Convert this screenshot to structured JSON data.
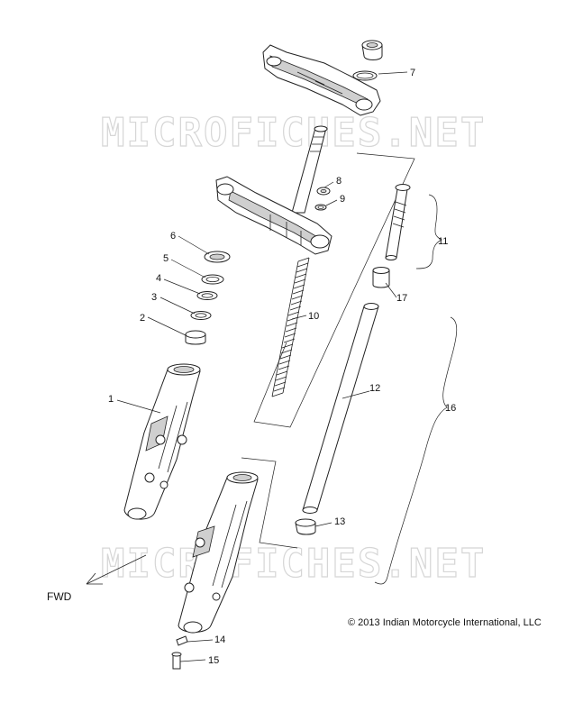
{
  "watermark": {
    "text": "MICROFICHES.NET"
  },
  "direction": {
    "label": "FWD"
  },
  "copyright": {
    "text": "© 2013 Indian Motorcycle International, LLC"
  },
  "callouts": {
    "c1": "1",
    "c2": "2",
    "c3": "3",
    "c4": "4",
    "c5": "5",
    "c6": "6",
    "c7": "7",
    "c8": "8",
    "c9": "9",
    "c10": "10",
    "c11": "11",
    "c12": "12",
    "c13": "13",
    "c14": "14",
    "c15": "15",
    "c16": "16",
    "c17": "17"
  }
}
